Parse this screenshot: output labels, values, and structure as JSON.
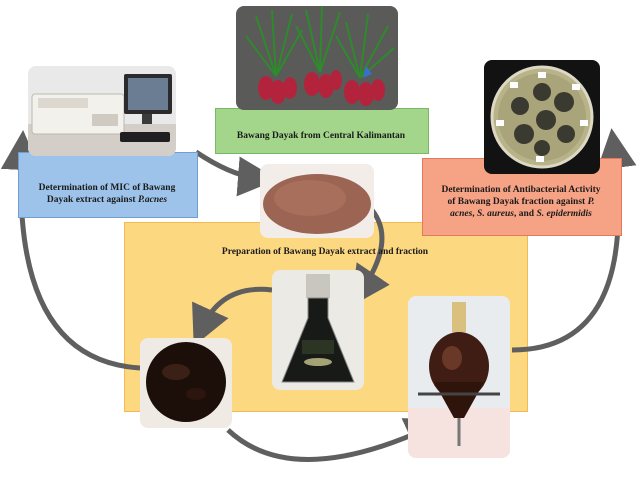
{
  "labels": {
    "source": "Bawang Dayak from Central Kalimantan",
    "mic_line1": "Determination of MIC of Bawang",
    "mic_line2_prefix": "Dayak extract against ",
    "mic_species": "P.acnes",
    "prep": "Preparation of Bawang Dayak extract and fraction",
    "anti_line1": "Determination of Antibacterial Activity",
    "anti_line2_prefix": "of Bawang Dayak fraction against ",
    "anti_species1": "P.",
    "anti_species1b": "acnes",
    "anti_species2": "S. aureus",
    "anti_and": "and",
    "anti_species3": "S. epidermidis"
  },
  "colors": {
    "prep_box": "#fcd880",
    "source_box": "#a3d68b",
    "mic_box": "#9dc3ea",
    "anti_box": "#f6a285",
    "arrow": "#5f5f5f"
  },
  "icons": {
    "spectrophotometer": "spectrophotometer-photo",
    "bulbs": "bawang-dayak-bulbs-photo",
    "petri": "petri-dish-photo",
    "powder": "powder-photo",
    "flask": "erlenmeyer-flask-photo",
    "funnel": "separatory-funnel-photo",
    "extract": "thick-extract-photo"
  }
}
